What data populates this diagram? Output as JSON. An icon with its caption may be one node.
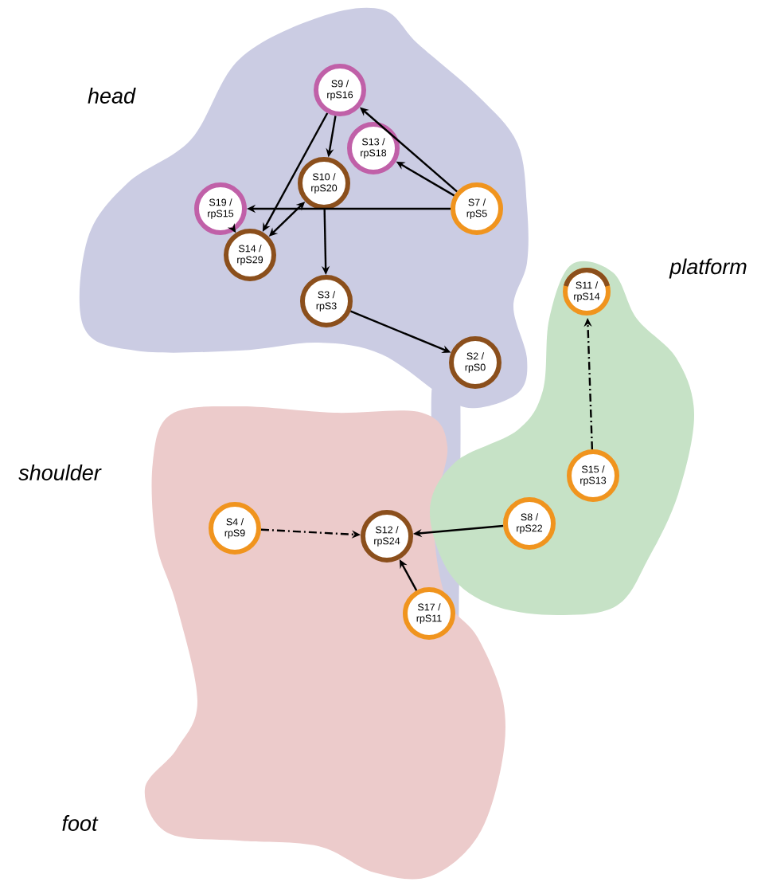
{
  "diagram": {
    "nodes": [
      {
        "text": [
          "S9 / rpS16"
        ]
      },
      {
        "text": [
          "S13 / rpS18"
        ]
      },
      {
        "text": [
          "S10 / rpS20"
        ]
      },
      {
        "text": [
          "S7 / rpS5"
        ]
      },
      {
        "text": [
          "S19 / rpS15"
        ]
      },
      {
        "text": [
          "S14 / rpS29"
        ]
      },
      {
        "text": [
          "S3 / rpS3"
        ]
      },
      {
        "text": [
          "S2 / rpS0"
        ]
      },
      {
        "text": [
          "S11 / rpS14"
        ]
      },
      {
        "text": [
          "S15 / rpS13"
        ]
      },
      {
        "text": [
          "S4 / rpS9"
        ]
      },
      {
        "text": [
          "S12 / rpS24"
        ]
      },
      {
        "text": [
          "S8 / rpS22"
        ]
      },
      {
        "text": [
          "S17 / rpS11"
        ]
      }
    ],
    "edges": [
      {
        "from": 0,
        "to": 2,
        "arrow": "to"
      },
      {
        "from": 0,
        "to": 5,
        "arrow": "to"
      },
      {
        "from": 3,
        "to": 0,
        "arrow": "to"
      },
      {
        "from": 3,
        "to": 1,
        "arrow": "to"
      },
      {
        "from": 3,
        "to": 4,
        "arrow": "to"
      },
      {
        "from": 2,
        "to": 5,
        "arrow": "both"
      },
      {
        "from": 4,
        "to": 5,
        "arrow": "to"
      },
      {
        "from": 2,
        "to": 6,
        "arrow": "to"
      },
      {
        "from": 6,
        "to": 7,
        "arrow": "to"
      },
      {
        "from": 9,
        "to": 8,
        "arrow": "to",
        "style": "dashed"
      },
      {
        "from": 10,
        "to": 11,
        "arrow": "to",
        "style": "dashed"
      },
      {
        "from": 12,
        "to": 11,
        "arrow": "to"
      },
      {
        "from": 13,
        "to": 11,
        "arrow": "to"
      }
    ],
    "labels": [
      "head",
      "platform",
      "shoulder",
      "foot"
    ]
  }
}
